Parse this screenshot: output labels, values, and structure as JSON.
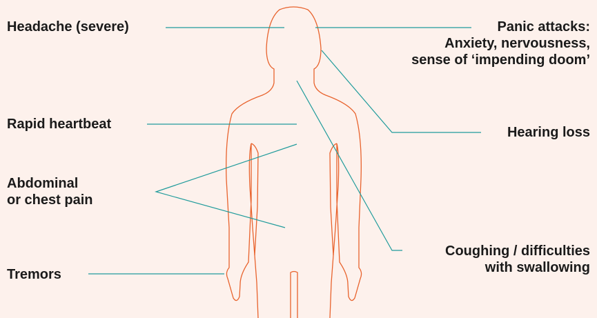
{
  "colors": {
    "background": "#fdf1ec",
    "body_outline": "#e8622c",
    "leader_line": "#1f9b9b",
    "text": "#1a1a1a"
  },
  "symptoms": {
    "headache": {
      "line1": "Headache (severe)"
    },
    "panic": {
      "line1": "Panic attacks:",
      "line2": "Anxiety, nervousness,",
      "line3": "sense of ‘impending doom’"
    },
    "heartbeat": {
      "line1": "Rapid heartbeat"
    },
    "hearing": {
      "line1": "Hearing loss"
    },
    "abdominal": {
      "line1": "Abdominal",
      "line2": "or chest pain"
    },
    "coughing": {
      "line1": "Coughing / difficulties",
      "line2": "with swallowing"
    },
    "tremors": {
      "line1": "Tremors"
    }
  }
}
